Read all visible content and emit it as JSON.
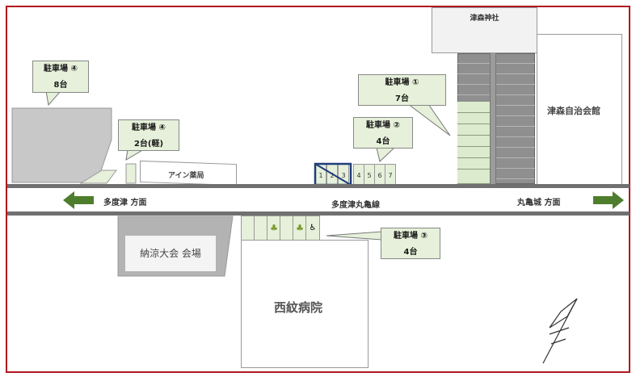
{
  "labels": {
    "shrine": "津森神社",
    "community_hall": "津森自治会館",
    "pharmacy": "アイン薬局",
    "road_name": "多度津丸亀線",
    "west_direction": "多度津 方面",
    "east_direction": "丸亀城 方面",
    "festival_venue": "納涼大会 会場",
    "hospital": "西紋病院"
  },
  "parking": [
    {
      "name": "駐車場 ①",
      "count": "7台"
    },
    {
      "name": "駐車場 ②",
      "count": "4台"
    },
    {
      "name": "駐車場 ③",
      "count": "4台"
    },
    {
      "name": "駐車場 ④",
      "count": "8台"
    },
    {
      "name": "駐車場 ④",
      "count": "2台(軽)"
    }
  ],
  "slot_numbers": [
    "1",
    "2",
    "3",
    "4",
    "5",
    "6",
    "7"
  ],
  "colors": {
    "border": "#b0171f",
    "road": "#707070",
    "arrow": "#4f7d2e",
    "callout_fill": "#e6f0da",
    "lot_gray": "#c8c8c8"
  },
  "icons": [
    "tree-icon",
    "wheelchair-icon",
    "north-arrow-icon"
  ]
}
